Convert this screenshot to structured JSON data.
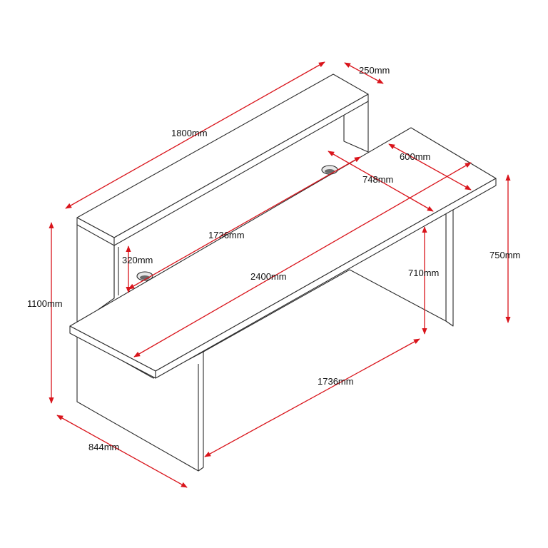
{
  "colors": {
    "dimension": "#d9141b",
    "outline": "#2b2b2b",
    "background": "#ffffff"
  },
  "dimensions": {
    "hutch_length": "1800mm",
    "hutch_depth": "250mm",
    "desk_depth": "600mm",
    "inner_depth": "748mm",
    "inner_length": "1736mm",
    "hutch_height": "320mm",
    "desk_length": "2400mm",
    "desk_height": "750mm",
    "knee_height": "710mm",
    "total_height": "1100mm",
    "base_length": "1736mm",
    "base_depth": "844mm"
  }
}
